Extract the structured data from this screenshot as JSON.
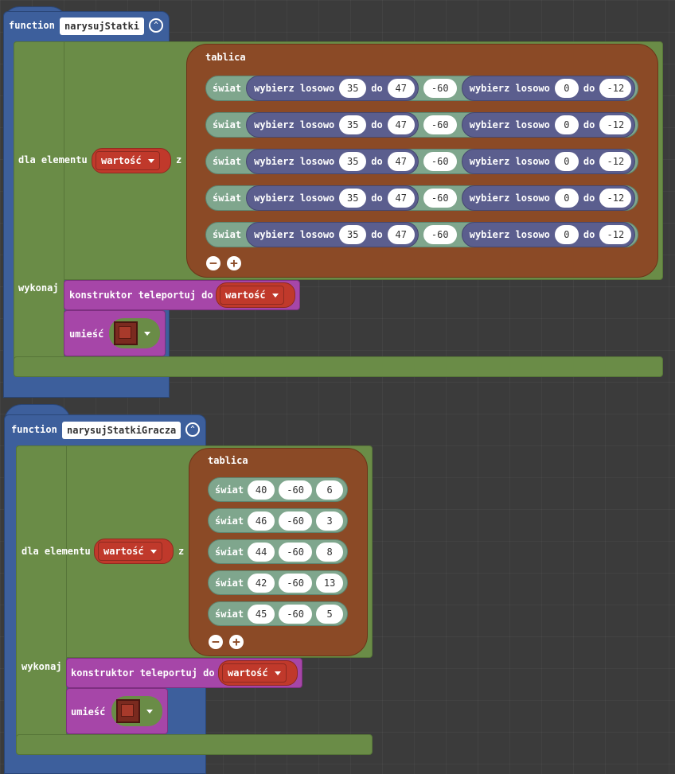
{
  "functions": [
    {
      "keyword": "function",
      "name": "narysujStatki",
      "collapse_icon": "chevron-up-icon",
      "loop": {
        "label": "dla elementu",
        "variable": "wartość",
        "z": "z",
        "do_label": "wykonaj"
      },
      "array": {
        "label": "tablica",
        "rows": [
          {
            "swiat": "świat",
            "pick1": {
              "label": "wybierz losowo",
              "from": "35",
              "to_label": "do",
              "to": "47"
            },
            "y": "-60",
            "pick2": {
              "label": "wybierz losowo",
              "from": "0",
              "to_label": "do",
              "to": "-12"
            }
          },
          {
            "swiat": "świat",
            "pick1": {
              "label": "wybierz losowo",
              "from": "35",
              "to_label": "do",
              "to": "47"
            },
            "y": "-60",
            "pick2": {
              "label": "wybierz losowo",
              "from": "0",
              "to_label": "do",
              "to": "-12"
            }
          },
          {
            "swiat": "świat",
            "pick1": {
              "label": "wybierz losowo",
              "from": "35",
              "to_label": "do",
              "to": "47"
            },
            "y": "-60",
            "pick2": {
              "label": "wybierz losowo",
              "from": "0",
              "to_label": "do",
              "to": "-12"
            }
          },
          {
            "swiat": "świat",
            "pick1": {
              "label": "wybierz losowo",
              "from": "35",
              "to_label": "do",
              "to": "47"
            },
            "y": "-60",
            "pick2": {
              "label": "wybierz losowo",
              "from": "0",
              "to_label": "do",
              "to": "-12"
            }
          },
          {
            "swiat": "świat",
            "pick1": {
              "label": "wybierz losowo",
              "from": "35",
              "to_label": "do",
              "to": "47"
            },
            "y": "-60",
            "pick2": {
              "label": "wybierz losowo",
              "from": "0",
              "to_label": "do",
              "to": "-12"
            }
          }
        ],
        "remove_icon": "minus-circle-icon",
        "add_icon": "plus-circle-icon"
      },
      "teleport": {
        "label": "konstruktor teleportuj do",
        "variable": "wartość"
      },
      "place": {
        "label": "umieść",
        "block_icon": "redstone-block-icon"
      }
    },
    {
      "keyword": "function",
      "name": "narysujStatkiGracza",
      "collapse_icon": "chevron-up-icon",
      "loop": {
        "label": "dla elementu",
        "variable": "wartość",
        "z": "z",
        "do_label": "wykonaj"
      },
      "array": {
        "label": "tablica",
        "rows": [
          {
            "swiat": "świat",
            "x": "40",
            "y": "-60",
            "z": "6"
          },
          {
            "swiat": "świat",
            "x": "46",
            "y": "-60",
            "z": "3"
          },
          {
            "swiat": "świat",
            "x": "44",
            "y": "-60",
            "z": "8"
          },
          {
            "swiat": "świat",
            "x": "42",
            "y": "-60",
            "z": "13"
          },
          {
            "swiat": "świat",
            "x": "45",
            "y": "-60",
            "z": "5"
          }
        ],
        "remove_icon": "minus-circle-icon",
        "add_icon": "plus-circle-icon"
      },
      "teleport": {
        "label": "konstruktor teleportuj do",
        "variable": "wartość"
      },
      "place": {
        "label": "umieść",
        "block_icon": "redstone-block-icon"
      }
    }
  ]
}
